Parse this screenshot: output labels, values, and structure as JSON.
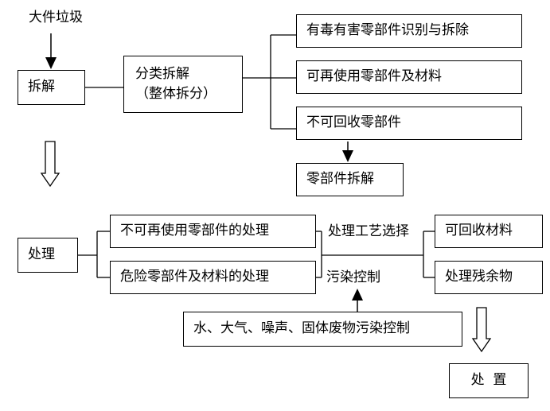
{
  "top": {
    "source_label": "大件垃圾",
    "dismantle": "拆解",
    "sort": {
      "line1": "分类拆解",
      "line2": "（整体拆分）"
    },
    "outputs": [
      "有毒有害零部件识别与拆除",
      "可再使用零部件及材料",
      "不可回收零部件"
    ],
    "parts_dismantle": "零部件拆解"
  },
  "bottom": {
    "process": "处理",
    "middle": [
      "不可再使用零部件的处理",
      "危险零部件及材料的处理"
    ],
    "process_select": "处理工艺选择",
    "pollution_control": "污染控制",
    "results": [
      "可回收材料",
      "处理残余物"
    ],
    "pollution_types": "水、大气、噪声、固体废物污染控制",
    "disposal": "处  置"
  }
}
